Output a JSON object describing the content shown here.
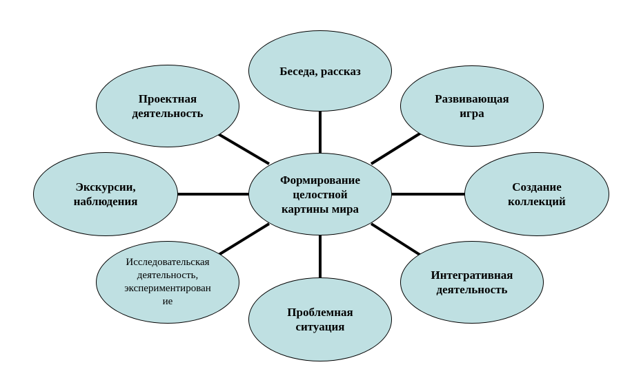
{
  "diagram": {
    "center": {
      "label": "Формирование\nцелостной\nкартины мира"
    },
    "nodes": [
      {
        "id": "top",
        "label": "Беседа, рассказ"
      },
      {
        "id": "top-right",
        "label": "Развивающая\nигра"
      },
      {
        "id": "right",
        "label": "Создание\nколлекций"
      },
      {
        "id": "bottom-right",
        "label": "Интегративная\nдеятельность"
      },
      {
        "id": "bottom",
        "label": "Проблемная\nситуация"
      },
      {
        "id": "bottom-left",
        "label": "Исследовательская\nдеятельность,\nэкспериментирован\nие"
      },
      {
        "id": "left",
        "label": "Экскурсии,\nнаблюдения"
      },
      {
        "id": "top-left",
        "label": "Проектная\nдеятельность"
      }
    ],
    "colors": {
      "node_fill": "#bfe0e2",
      "stroke": "#000000"
    }
  }
}
